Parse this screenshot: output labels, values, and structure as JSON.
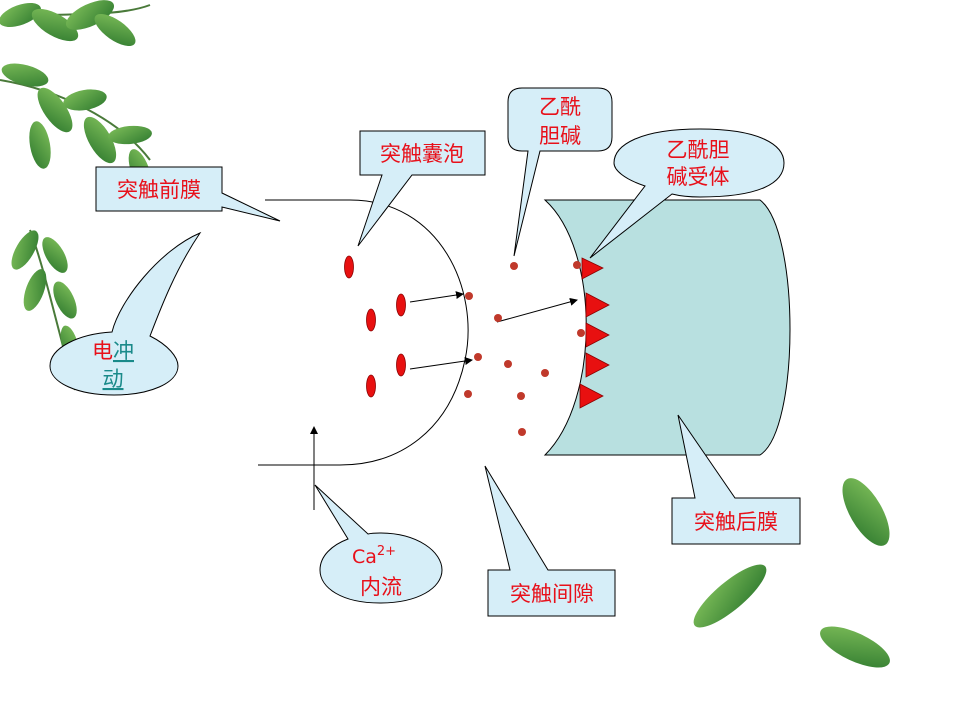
{
  "labels": {
    "presynaptic_membrane": "突触前膜",
    "synaptic_vesicle": "突触囊泡",
    "acetylcholine_line1": "乙酰",
    "acetylcholine_line2": "胆碱",
    "receptor_line1": "乙酰胆",
    "receptor_line2": "碱受体",
    "impulse_part1": "电",
    "impulse_part2": "冲",
    "impulse_line2": "动",
    "calcium_line1": "Ca",
    "calcium_superscript": "2+",
    "calcium_line2": "内流",
    "synaptic_cleft": "突触间隙",
    "postsynaptic_membrane": "突触后膜"
  },
  "colors": {
    "label_text": "#e8101a",
    "link_text": "#1a8a8a",
    "callout_fill": "#d6eef8",
    "postsynaptic_fill": "#b8e0e0",
    "vesicle_fill": "#e81010",
    "molecule_fill": "#c0392b",
    "receptor_fill": "#e81010",
    "line": "#000000"
  },
  "icons": [
    "leaf-decoration-icon"
  ]
}
